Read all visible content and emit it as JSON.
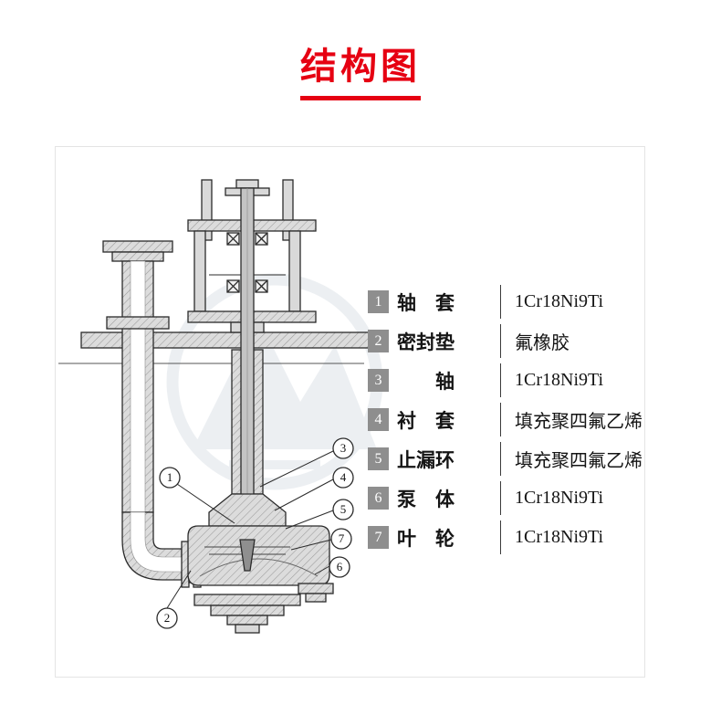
{
  "title": "结构图",
  "theme": {
    "accent_red": "#e60012",
    "drawing_line": "#2b2b2b",
    "metal_fill": "#d9d9d9",
    "badge_gray": "#8e8e8e",
    "watermark_blue": "#8fa3b5"
  },
  "parts_table": {
    "rows": [
      {
        "num": "1",
        "name": "轴　套",
        "material": "1Cr18Ni9Ti"
      },
      {
        "num": "2",
        "name": "密封垫",
        "material": "氟橡胶"
      },
      {
        "num": "3",
        "name": "　　轴",
        "material": "1Cr18Ni9Ti"
      },
      {
        "num": "4",
        "name": "衬　套",
        "material": "填充聚四氟乙烯"
      },
      {
        "num": "5",
        "name": "止漏环",
        "material": "填充聚四氟乙烯"
      },
      {
        "num": "6",
        "name": "泵　体",
        "material": "1Cr18Ni9Ti"
      },
      {
        "num": "7",
        "name": "叶　轮",
        "material": "1Cr18Ni9Ti"
      }
    ]
  },
  "callouts": {
    "c1": "1",
    "c2": "2",
    "c3": "3",
    "c4": "4",
    "c5": "5",
    "c6": "6",
    "c7": "7"
  }
}
